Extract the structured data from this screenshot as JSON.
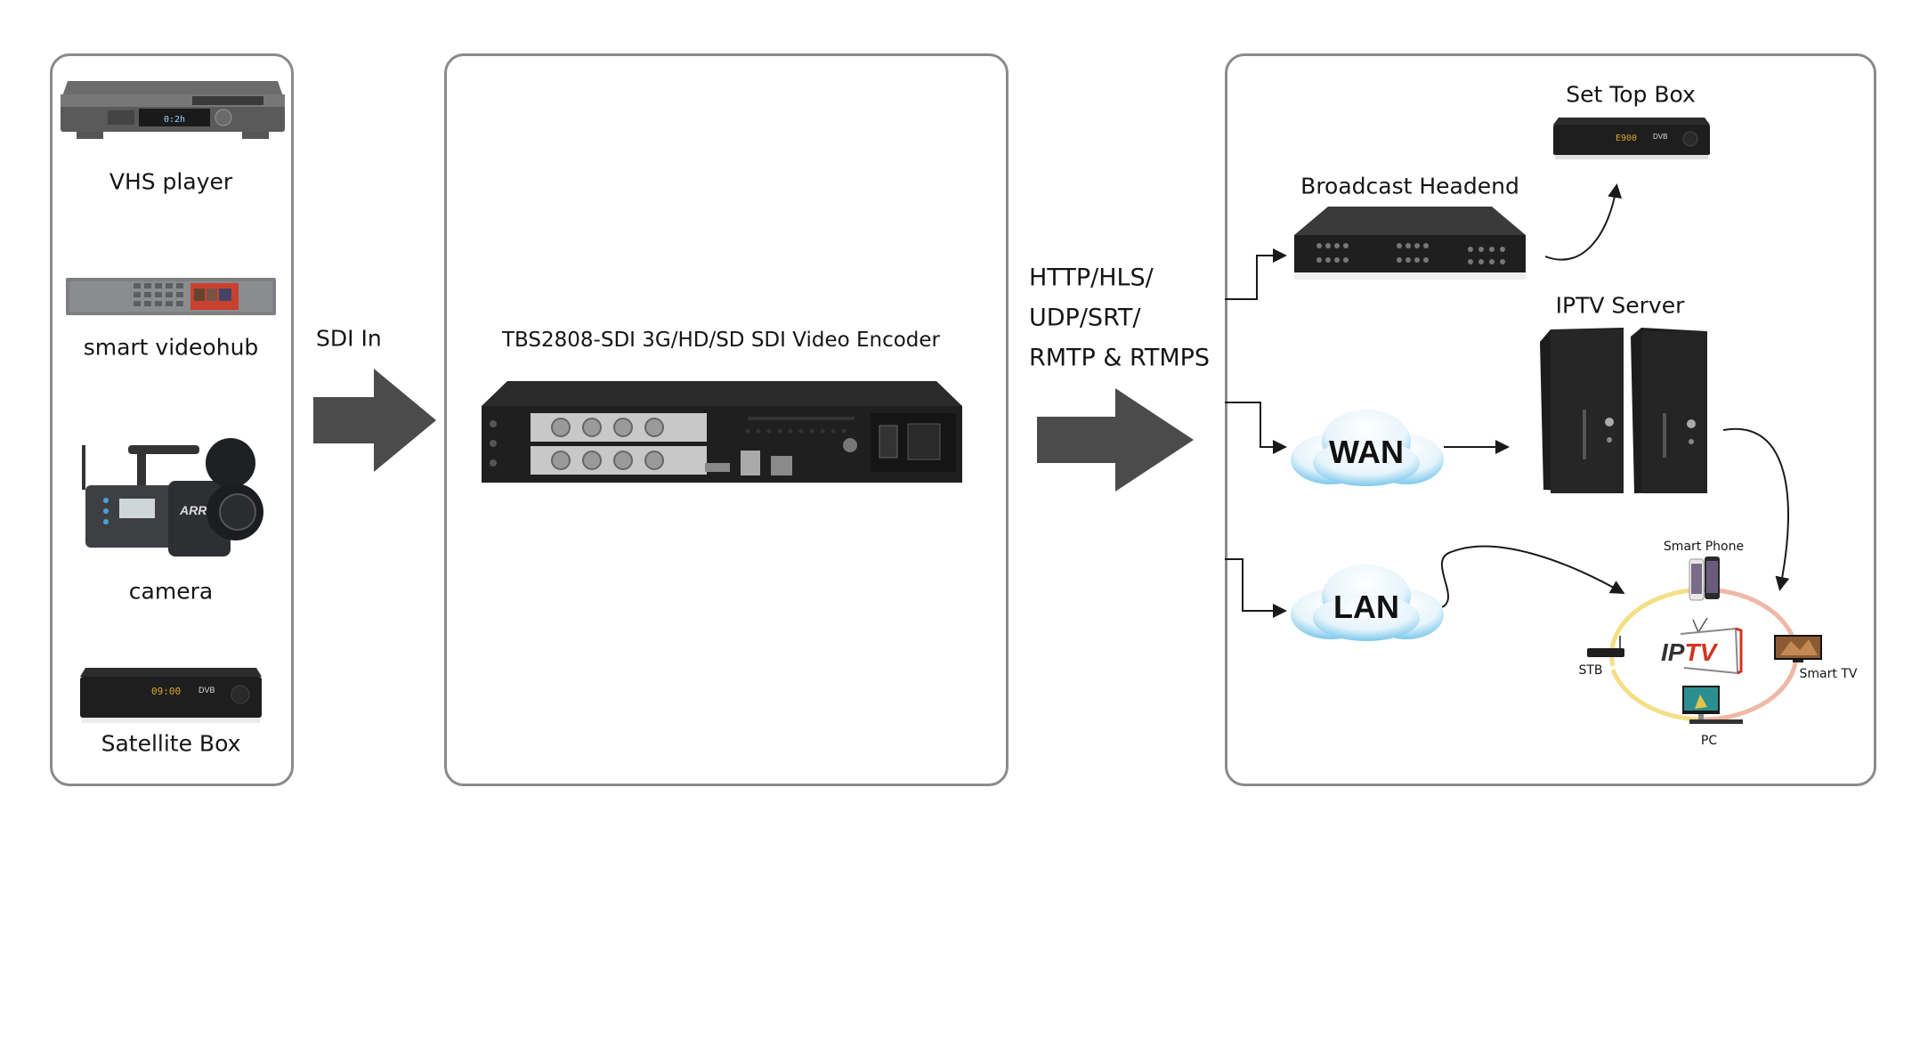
{
  "sources": {
    "items": [
      {
        "label": "VHS player",
        "icon": "vhs-player-icon"
      },
      {
        "label": "smart videohub",
        "icon": "videohub-icon"
      },
      {
        "label": "camera",
        "icon": "camera-icon"
      },
      {
        "label": "Satellite Box",
        "icon": "satellite-box-icon"
      }
    ]
  },
  "input_label": "SDI In",
  "encoder": {
    "title": "TBS2808-SDI 3G/HD/SD SDI Video Encoder",
    "icon": "encoder-device-icon"
  },
  "protocols": {
    "lines": [
      "HTTP/HLS/",
      "UDP/SRT/",
      "RMTP & RTMPS"
    ]
  },
  "outputs": {
    "set_top_box": "Set Top Box",
    "broadcast_headend": "Broadcast Headend",
    "iptv_server": "IPTV Server",
    "wan": "WAN",
    "lan": "LAN",
    "iptv": {
      "logo_prefix": "IP",
      "logo_suffix": "TV",
      "devices": {
        "smart_phone": "Smart Phone",
        "stb": "STB",
        "smart_tv": "Smart TV",
        "pc": "PC"
      }
    }
  },
  "colors": {
    "box_border": "#8a8a8a",
    "arrow": "#4b4b4b",
    "cloud": "#7cc8ec",
    "iptv_red": "#d2331f",
    "ring_yellow": "#f3df86",
    "ring_pink": "#efb8a5"
  }
}
